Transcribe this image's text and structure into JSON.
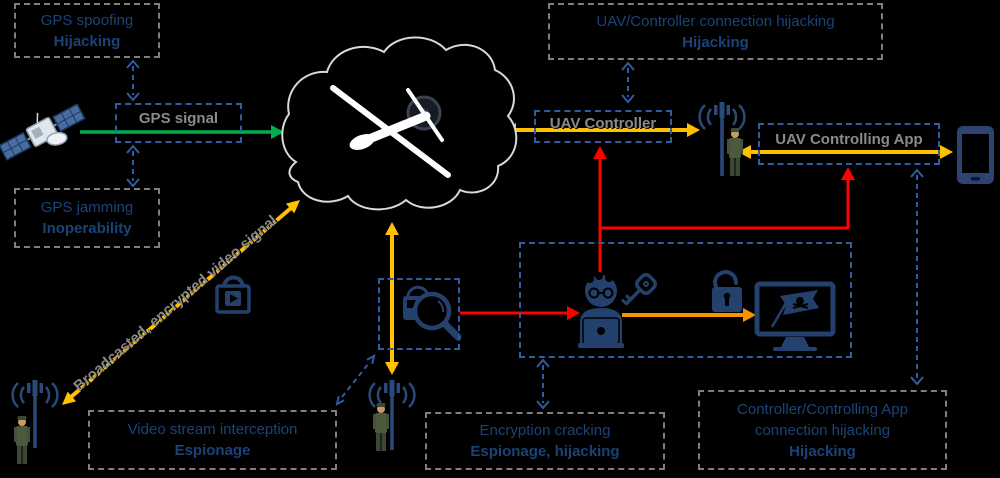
{
  "threat_boxes": {
    "gps_spoofing": {
      "attack": "GPS spoofing",
      "impact": "Hijacking"
    },
    "gps_jamming": {
      "attack": "GPS jamming",
      "impact": "Inoperability"
    },
    "uav_controller_connection": {
      "attack": "UAV/Controller connection hijacking",
      "impact": "Hijacking"
    },
    "video_stream": {
      "attack": "Video stream interception",
      "impact": "Espionage"
    },
    "encryption": {
      "attack": "Encryption cracking",
      "impact": "Espionage, hijacking"
    },
    "controller_app_connection": {
      "attack_line1": "Controller/Controlling App",
      "attack_line2": "connection hijacking",
      "impact": "Hijacking"
    }
  },
  "entity_labels": {
    "gps_signal": "GPS signal",
    "uav_controller": "UAV Controller",
    "uav_controlling_app": "UAV Controlling App"
  },
  "annotations": {
    "video_signal": "Broadcasted, encrypted video signal"
  },
  "icons": [
    "gps-satellite-icon",
    "network-cloud-icon",
    "uav-drone-icon",
    "radio-antenna-icon",
    "soldier-icon",
    "encrypted-video-lock-icon",
    "packet-sniffer-magnifier-icon",
    "hacker-icon",
    "key-icon",
    "unlocked-padlock-icon",
    "hacked-monitor-pirate-flag-icon",
    "smartphone-icon"
  ],
  "connections": [
    {
      "from": "GPS satellite",
      "to": "network cloud",
      "label": "GPS signal",
      "style": "green-solid-arrow"
    },
    {
      "from": "network cloud",
      "to": "video ground antenna",
      "label": "Broadcasted, encrypted video signal",
      "style": "yellow-double-arrow"
    },
    {
      "from": "network cloud",
      "to": "UAV Controller antenna",
      "style": "yellow-double-arrow"
    },
    {
      "from": "UAV Controller antenna",
      "to": "smartphone",
      "label": "UAV Controlling App",
      "style": "yellow-double-arrow"
    },
    {
      "from": "network cloud",
      "to": "sniffer antenna",
      "style": "yellow-double-arrow"
    },
    {
      "from": "packet sniffer",
      "to": "hacker",
      "style": "red-attack-arrow"
    },
    {
      "from": "hacker",
      "to": "UAV Controller",
      "style": "red-attack-arrow"
    },
    {
      "from": "hacker",
      "to": "UAV Controlling App",
      "style": "red-attack-arrow"
    },
    {
      "from": "hacker",
      "to": "compromised monitor",
      "style": "orange-arrow"
    }
  ],
  "colors": {
    "background": "#000000",
    "threat_text": "#1a4478",
    "threat_border": "#7f7f7f",
    "entity_text": "#8a8a8a",
    "entity_border": "#2e5da2",
    "connector_blue": "#2e5da2",
    "signal_yellow": "#ffc000",
    "signal_green": "#00b050",
    "attack_red": "#ff0000",
    "attack_orange": "#f59300",
    "icon_navy": "#24416e",
    "cloud_outline": "#d9d9d9"
  }
}
